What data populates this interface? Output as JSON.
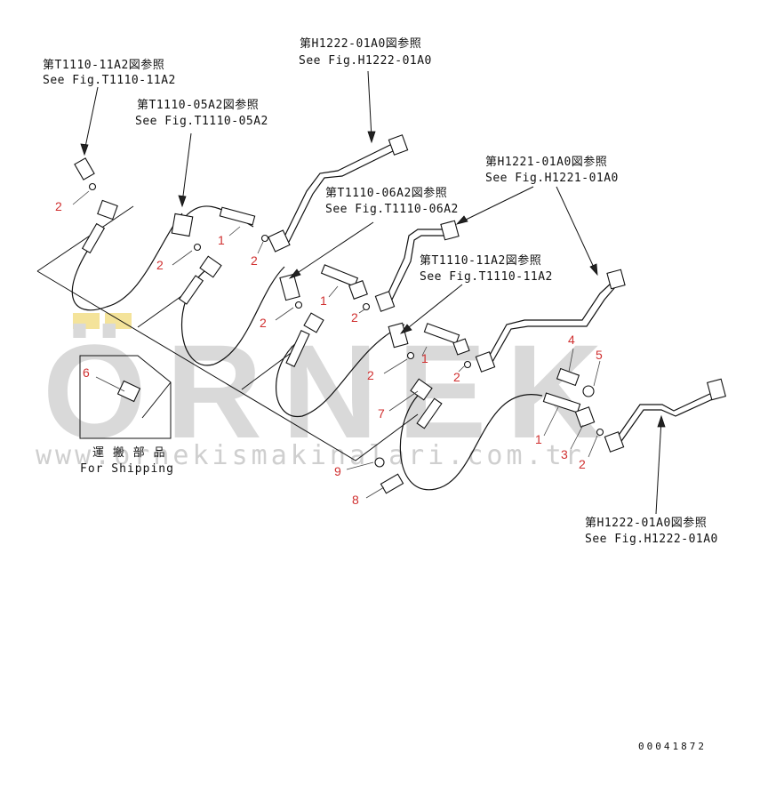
{
  "watermark": {
    "brand": "ÖRNEK",
    "url": "www.ornekismakinalari.com.tr"
  },
  "references": [
    {
      "jp": "第T1110-11A2図参照",
      "en": "See Fig.T1110-11A2"
    },
    {
      "jp": "第T1110-05A2図参照",
      "en": "See Fig.T1110-05A2"
    },
    {
      "jp": "第H1222-01A0図参照",
      "en": "See Fig.H1222-01A0"
    },
    {
      "jp": "第T1110-06A2図参照",
      "en": "See Fig.T1110-06A2"
    },
    {
      "jp": "第H1221-01A0図参照",
      "en": "See Fig.H1221-01A0"
    },
    {
      "jp": "第T1110-11A2図参照",
      "en": "See Fig.T1110-11A2"
    },
    {
      "jp": "第H1222-01A0図参照",
      "en": "See Fig.H1222-01A0"
    }
  ],
  "callouts": [
    "2",
    "1",
    "2",
    "2",
    "1",
    "2",
    "2",
    "1",
    "2",
    "2",
    "1",
    "2",
    "4",
    "5",
    "1",
    "3",
    "2",
    "6",
    "7",
    "9",
    "8"
  ],
  "shipping": {
    "jp": "運 搬 部 品",
    "en": "For Shipping"
  },
  "drawing_code": "00041872"
}
